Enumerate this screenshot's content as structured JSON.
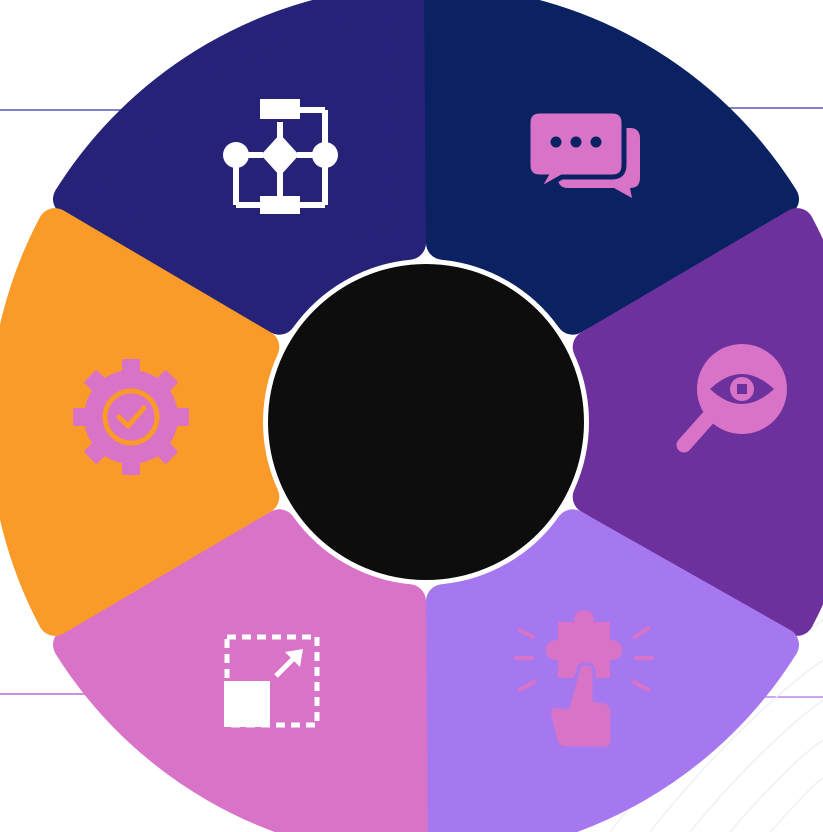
{
  "diagram": {
    "type": "radial-six-segment-cycle",
    "center_color": "#0d0d0e",
    "line_color": "#6b5fc7",
    "segments": [
      {
        "name": "workflow",
        "color": "#262277",
        "icon": "flowchart-icon",
        "icon_color": "#ffffff"
      },
      {
        "name": "communication",
        "color": "#0b2262",
        "icon": "chat-bubbles-icon",
        "icon_color": "#d873c8"
      },
      {
        "name": "review",
        "color": "#6d319e",
        "icon": "magnifier-eye-icon",
        "icon_color": "#d873c8"
      },
      {
        "name": "problem-solving",
        "color": "#a678f0",
        "icon": "puzzle-hand-icon",
        "icon_color": "#d873c8"
      },
      {
        "name": "scaling",
        "color": "#d873c8",
        "icon": "resize-arrow-icon",
        "icon_color": "#ffffff"
      },
      {
        "name": "quality",
        "color": "#fa9a28",
        "icon": "gear-check-icon",
        "icon_color": "#d873c8"
      }
    ]
  }
}
